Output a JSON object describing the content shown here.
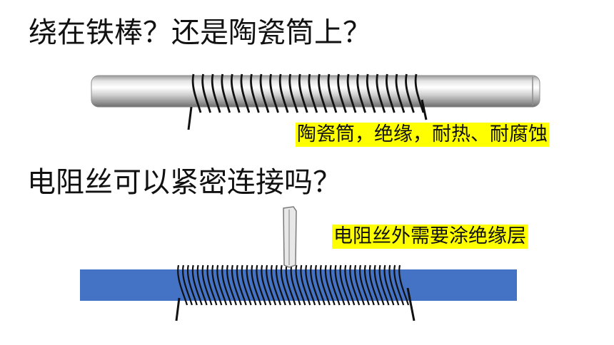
{
  "slide": {
    "question_1": "绕在铁棒？还是陶瓷筒上？",
    "note_1": "陶瓷筒，绝缘，耐热、耐腐蚀",
    "question_2": "电阻丝可以紧密连接吗？",
    "note_2": "电阻丝外需要涂绝缘层"
  },
  "colors": {
    "highlight": "#ffff00",
    "tube_fill": "#4472c4",
    "coil": "#111111"
  }
}
